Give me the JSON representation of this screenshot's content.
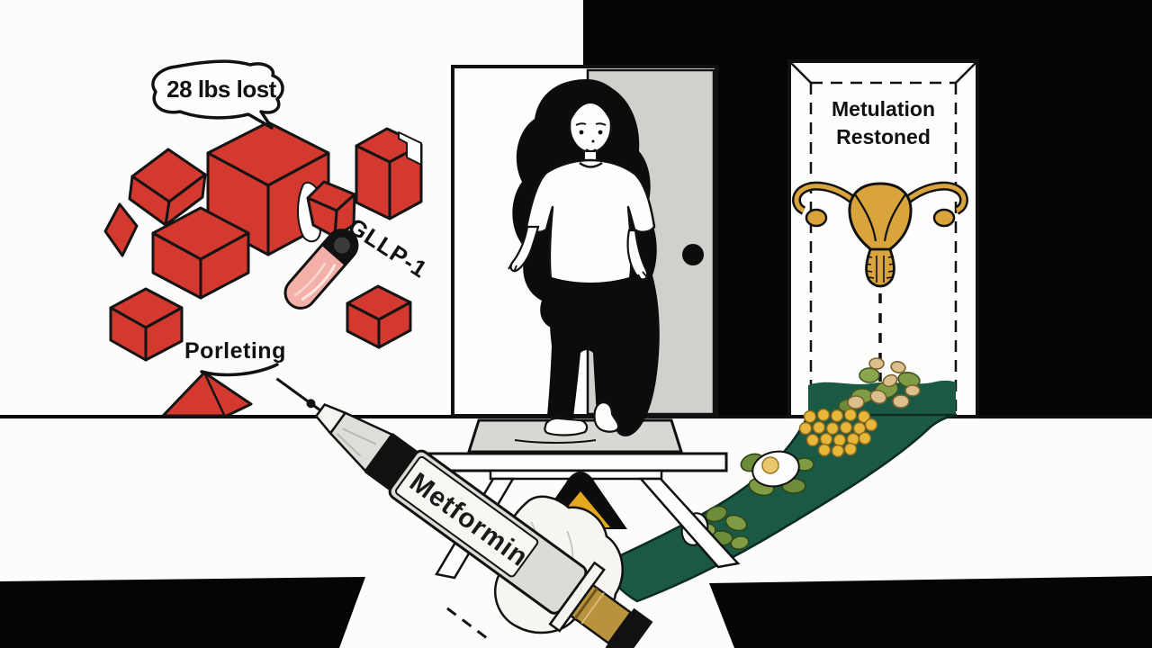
{
  "illustration": {
    "labels": {
      "weight_loss_bubble": "28 lbs lost",
      "glp1": "GLLP-1",
      "porleting": "Porleting",
      "syringe_label": "Metformin",
      "door_sign_line1": "Metulation",
      "door_sign_line2": "Restoned"
    },
    "colors": {
      "cube_red": "#d4392f",
      "door_gray": "#d2d0cd",
      "path_green": "#1a5a45",
      "uterus_gold": "#d9a43c",
      "warning_yellow": "#e3a81e",
      "capsule_pink": "#f3b0a8",
      "ink_black": "#0c0c0c",
      "paper_white": "#fdfdfb"
    },
    "icons": [
      {
        "name": "speech-bubble"
      },
      {
        "name": "red-cubes"
      },
      {
        "name": "capsule-pill-icon"
      },
      {
        "name": "woman-figure"
      },
      {
        "name": "center-doorway"
      },
      {
        "name": "right-doorway"
      },
      {
        "name": "scale-platform"
      },
      {
        "name": "warning-triangle-icon"
      },
      {
        "name": "syringe-icon"
      },
      {
        "name": "crumpled-paper"
      },
      {
        "name": "uterus-icon"
      },
      {
        "name": "healthy-food-path"
      },
      {
        "name": "pistachios"
      },
      {
        "name": "corn-kernels"
      },
      {
        "name": "fried-egg"
      },
      {
        "name": "leafy-greens"
      },
      {
        "name": "boiled-egg"
      }
    ]
  }
}
